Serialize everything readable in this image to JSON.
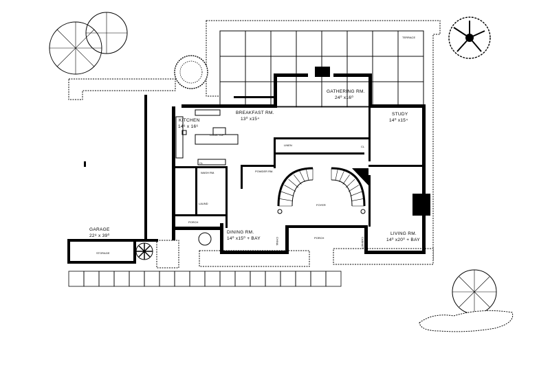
{
  "plan": {
    "rooms": [
      {
        "id": "gathering",
        "name": "GATHERING RM.",
        "size": "24⁰ x16⁰"
      },
      {
        "id": "breakfast",
        "name": "BREAKFAST RM.",
        "size": "13⁰ x15⁴"
      },
      {
        "id": "kitchen",
        "name": "KITCHEN",
        "size": "14⁶ x 16⁶"
      },
      {
        "id": "study",
        "name": "STUDY",
        "size": "14⁰ x15⁴"
      },
      {
        "id": "wash",
        "name": "WASH RM."
      },
      {
        "id": "powder",
        "name": "POWDER RM."
      },
      {
        "id": "laund",
        "name": "LAUND"
      },
      {
        "id": "foyer",
        "name": "FOYER"
      },
      {
        "id": "porch_side",
        "name": "PORCH"
      },
      {
        "id": "porch_front",
        "name": "PORCH"
      },
      {
        "id": "dining",
        "name": "DINING RM.",
        "size": "14⁰ x15⁰ + BAY"
      },
      {
        "id": "living",
        "name": "LIVING RM.",
        "size": "14⁰ x20⁰ + BAY"
      },
      {
        "id": "garage",
        "name": "GARAGE",
        "size": "22⁸ x 39⁰"
      },
      {
        "id": "storage",
        "name": "STORAGE"
      },
      {
        "id": "terrace",
        "name": "TERRACE"
      }
    ],
    "fixtures": {
      "cooktop": "COOK TOP",
      "linen": "LINEN",
      "closet": "CL",
      "china": "CHINA",
      "cabinet": "CABINET",
      "kitchen_cl": "CL"
    },
    "colors": {
      "ink": "#000000",
      "paper": "#ffffff"
    }
  }
}
